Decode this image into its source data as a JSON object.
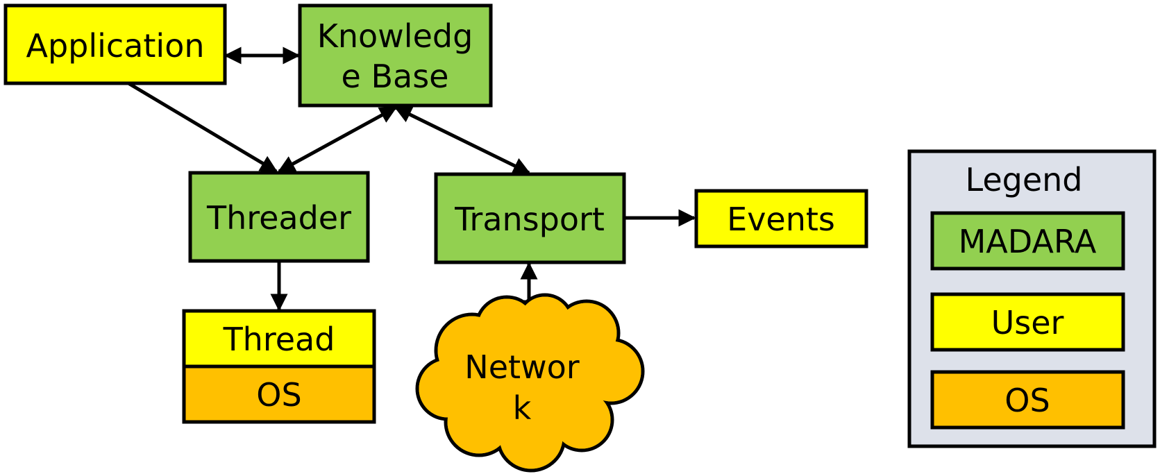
{
  "diagram": {
    "nodes": {
      "application": {
        "label": "Application"
      },
      "knowledge_base": {
        "label_line1": "Knowledg",
        "label_line2": "e Base"
      },
      "threader": {
        "label": "Threader"
      },
      "transport": {
        "label": "Transport"
      },
      "events": {
        "label": "Events"
      },
      "thread": {
        "label": "Thread"
      },
      "os": {
        "label": "OS"
      },
      "network": {
        "label_line1": "Networ",
        "label_line2": "k"
      }
    },
    "legend": {
      "title": "Legend",
      "items": [
        {
          "label": "MADARA",
          "color": "#92d050"
        },
        {
          "label": "User",
          "color": "#ffff00"
        },
        {
          "label": "OS",
          "color": "#ffc000"
        }
      ]
    },
    "colors": {
      "madara": "#92d050",
      "user": "#ffff00",
      "os": "#ffc000",
      "legend_bg": "#dde1ea"
    }
  }
}
